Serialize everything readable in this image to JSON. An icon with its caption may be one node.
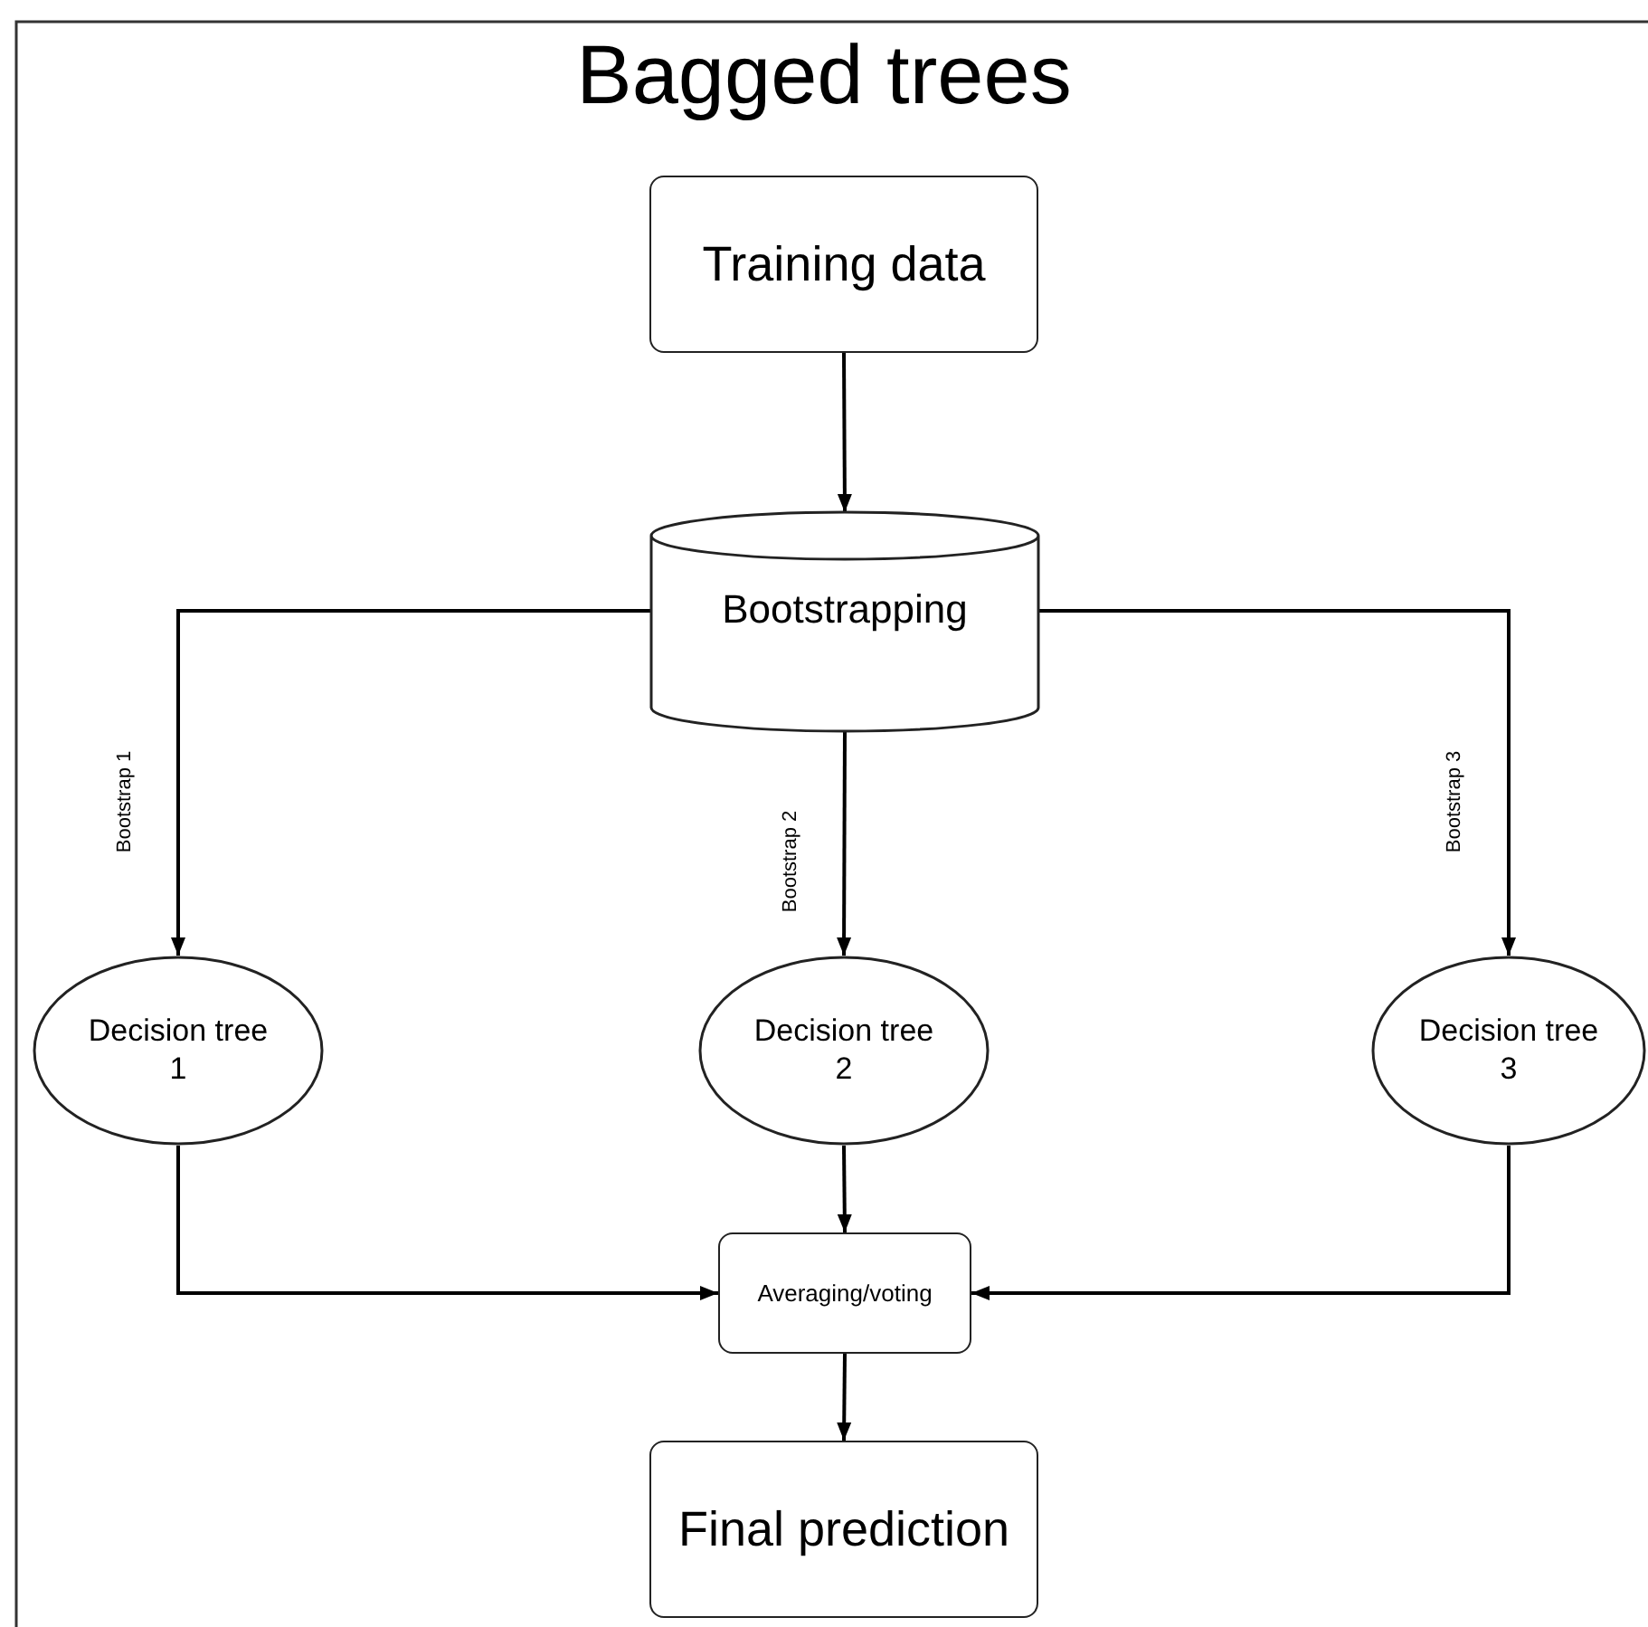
{
  "diagram": {
    "title": "Bagged trees",
    "nodes": [
      {
        "text": [
          "Training data"
        ]
      },
      {
        "text": [
          "Bootstrapping"
        ]
      },
      {
        "text": [
          "Decision tree 1"
        ]
      },
      {
        "text": [
          "Decision tree 2"
        ]
      },
      {
        "text": [
          "Decision tree 3"
        ]
      },
      {
        "text": [
          "Averaging/voting"
        ]
      },
      {
        "text": [
          "Final prediction"
        ]
      }
    ],
    "edges": [
      {
        "from": 0,
        "to": 1,
        "arrow": "to"
      },
      {
        "from": 1,
        "to": 2,
        "arrow": "to",
        "label": "Bootstrap 1"
      },
      {
        "from": 1,
        "to": 3,
        "arrow": "to",
        "label": "Bootstrap 2"
      },
      {
        "from": 1,
        "to": 4,
        "arrow": "to",
        "label": "Bootstrap 3"
      },
      {
        "from": 2,
        "to": 5,
        "arrow": "to"
      },
      {
        "from": 3,
        "to": 5,
        "arrow": "to"
      },
      {
        "from": 4,
        "to": 5,
        "arrow": "to"
      },
      {
        "from": 5,
        "to": 6,
        "arrow": "to"
      }
    ]
  }
}
